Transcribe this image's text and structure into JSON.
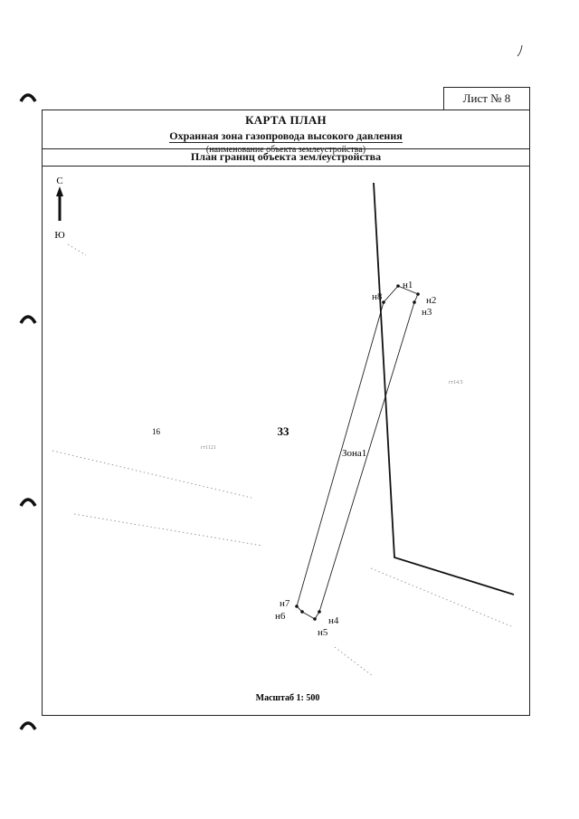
{
  "sheet": {
    "number_label": "Лист № 8"
  },
  "header": {
    "title": "КАРТА ПЛАН",
    "subtitle": "Охранная зона газопровода высокого давления",
    "subtitle_caption": "(наименование объекта землеустройства)",
    "plan_title": "План границ объекта землеустройства"
  },
  "compass": {
    "north": "С",
    "south": "Ю"
  },
  "map": {
    "parcel_number": "33",
    "zone_label": "Зона1",
    "left_label": "16",
    "faint_labels": [
      "гт1121",
      "гт14.5"
    ],
    "points": [
      "н1",
      "н2",
      "н3",
      "н4",
      "н5",
      "н6",
      "н7",
      "н8"
    ]
  },
  "scale": {
    "label": "Масштаб 1: 500"
  },
  "colors": {
    "ink": "#111111",
    "faint": "#9a9a9a",
    "paper": "#ffffff"
  }
}
